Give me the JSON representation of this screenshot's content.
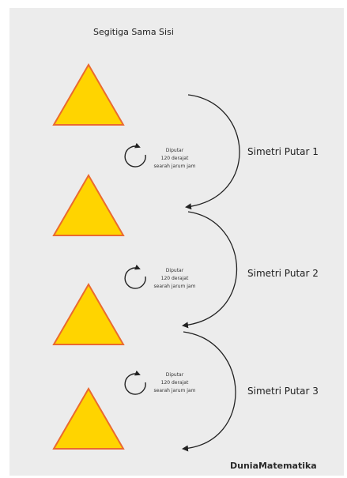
{
  "title": "Segitiga Sama Sisi",
  "triangle": {
    "fill": "#ffd400",
    "stroke": "#ea6a2f"
  },
  "rotate_note": {
    "line1": "Diputar",
    "line2": "120 derajat",
    "line3": "searah jarum jam"
  },
  "symmetry_labels": [
    "Simetri Putar 1",
    "Simetri Putar 2",
    "Simetri Putar 3"
  ],
  "brand": "DuniaMatematika",
  "colors": {
    "background": "#ececec",
    "arrow": "#222222",
    "rotate_icon": "#222222"
  }
}
